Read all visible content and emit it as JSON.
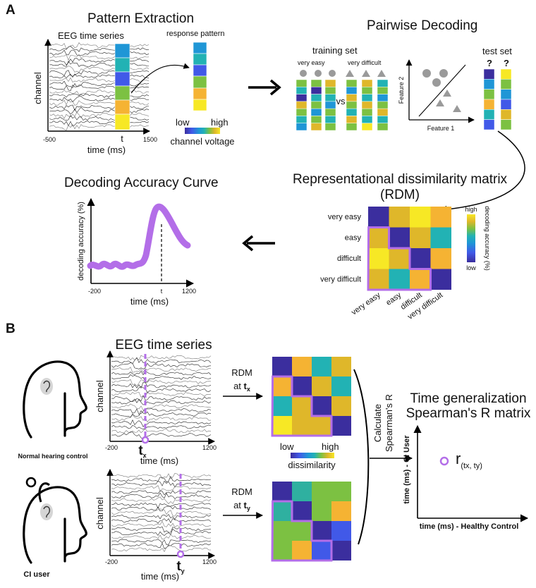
{
  "panel_a": {
    "label": "A",
    "pattern_extraction": {
      "title": "Pattern Extraction",
      "eeg_label": "EEG time series",
      "y_axis": "channel",
      "x_axis": "time (ms)",
      "x_start": "-500",
      "x_end": "1500",
      "t_marker": "t",
      "response_pattern_label": "response pattern",
      "colorbar_low": "low",
      "colorbar_high": "high",
      "colorbar_label": "channel voltage"
    },
    "pairwise_decoding": {
      "title": "Pairwise Decoding",
      "training_set": "training set",
      "class_a": "very easy",
      "class_b": "very difficult",
      "vs": "vs",
      "feature_x": "Feature 1",
      "feature_y": "Feature 2",
      "test_set": "test set",
      "question_mark": "?"
    },
    "rdm": {
      "title_line1": "Representational dissimilarity matrix",
      "title_line2": "(RDM)",
      "row_labels": [
        "very easy",
        "easy",
        "difficult",
        "very difficult"
      ],
      "col_labels": [
        "very easy",
        "easy",
        "difficult",
        "very difficult"
      ],
      "colorbar_high": "high",
      "colorbar_low": "low",
      "colorbar_label": "decoding accuracy (%)"
    },
    "accuracy_curve": {
      "title": "Decoding Accuracy Curve",
      "y_axis": "decoding accuracy (%)",
      "x_axis": "time (ms)",
      "x_start": "-200",
      "x_end": "1200",
      "t_marker": "t"
    }
  },
  "panel_b": {
    "label": "B",
    "eeg_title": "EEG time series",
    "y_axis": "channel",
    "x_axis": "time (ms)",
    "x_start": "-200",
    "x_end": "1200",
    "group_top": "Normal hearing control",
    "group_bottom": "CI user",
    "tx_base": "t",
    "tx_sub": "x",
    "ty_base": "t",
    "ty_sub": "y",
    "rdm_label": "RDM",
    "at_label": "at",
    "dissim_low": "low",
    "dissim_high": "high",
    "dissim_label": "dissimilarity",
    "calc_line1": "Calculate",
    "calc_line2": "Spearman's R",
    "tg_title_line1": "Time generalization",
    "tg_title_line2": "Spearman's R matrix",
    "tg_y_axis": "time (ms) - CI User",
    "tg_x_axis": "time (ms) - Healthy Control",
    "r_symbol": "r",
    "r_sub": "(tx, ty)"
  },
  "colors": {
    "accent_purple": "#b36ee8",
    "viridis": [
      "#3b2e9e",
      "#4159e8",
      "#1f96d6",
      "#22b2b4",
      "#7cc142",
      "#dfb72a",
      "#f7e825"
    ]
  }
}
